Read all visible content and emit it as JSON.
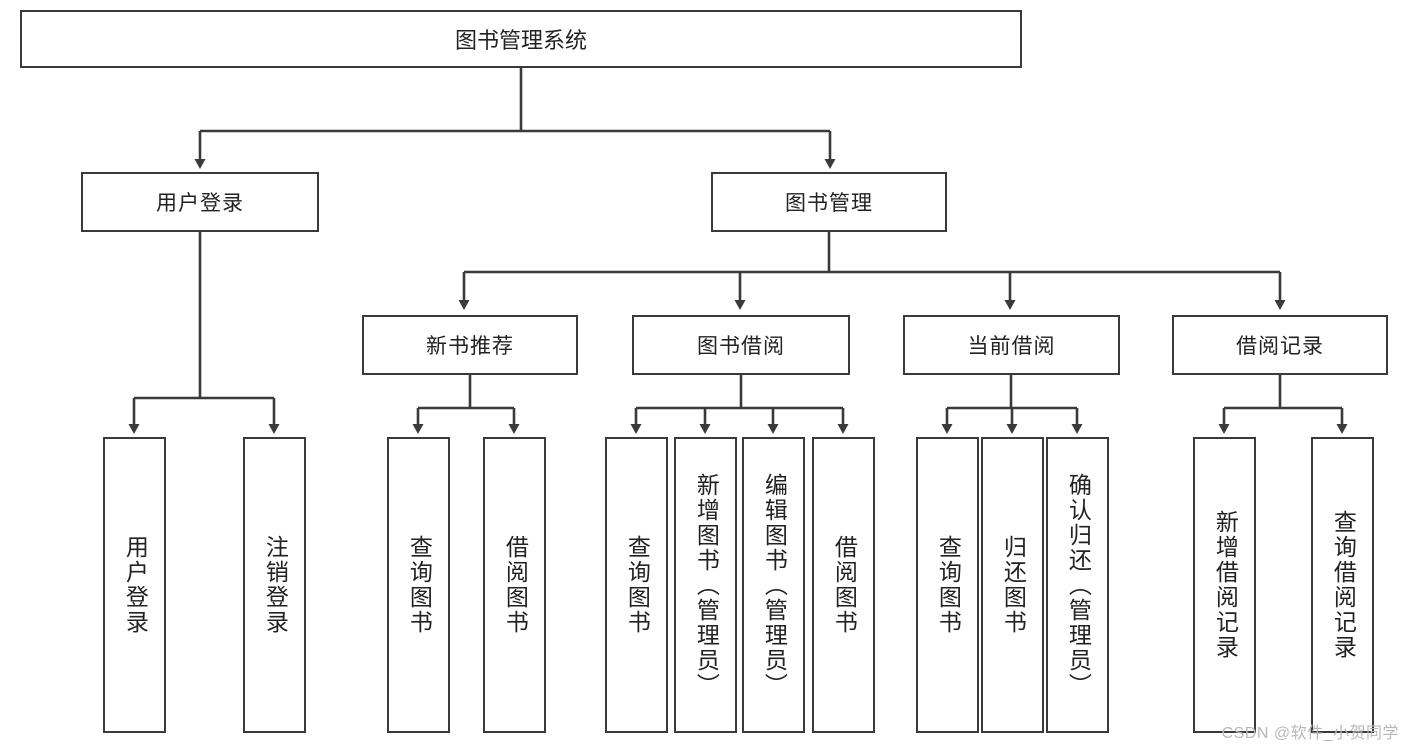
{
  "diagram": {
    "title": "图书管理系统",
    "type": "tree-hierarchy-diagram",
    "root": {
      "label": "图书管理系统"
    },
    "level2": [
      {
        "label": "用户登录"
      },
      {
        "label": "图书管理"
      }
    ],
    "level3": [
      {
        "label": "新书推荐"
      },
      {
        "label": "图书借阅"
      },
      {
        "label": "当前借阅"
      },
      {
        "label": "借阅记录"
      }
    ],
    "leaves": {
      "user_login": [
        {
          "label": "用户登录"
        },
        {
          "label": "注销登录"
        }
      ],
      "new_book_recommend": [
        {
          "label": "查询图书"
        },
        {
          "label": "借阅图书"
        }
      ],
      "book_borrow": [
        {
          "label": "查询图书"
        },
        {
          "label": "新增图书（管理员）"
        },
        {
          "label": "编辑图书（管理员）"
        },
        {
          "label": "借阅图书"
        }
      ],
      "current_borrow": [
        {
          "label": "查询图书"
        },
        {
          "label": "归还图书"
        },
        {
          "label": "确认归还（管理员）"
        }
      ],
      "borrow_record": [
        {
          "label": "新增借阅记录"
        },
        {
          "label": "查询借阅记录"
        }
      ]
    }
  },
  "watermark": {
    "text": "CSDN @软件_小贺同学"
  },
  "colors": {
    "border": "#3a3a3a",
    "text": "#222222",
    "background": "#ffffff",
    "watermark": "#b8b8b8"
  }
}
